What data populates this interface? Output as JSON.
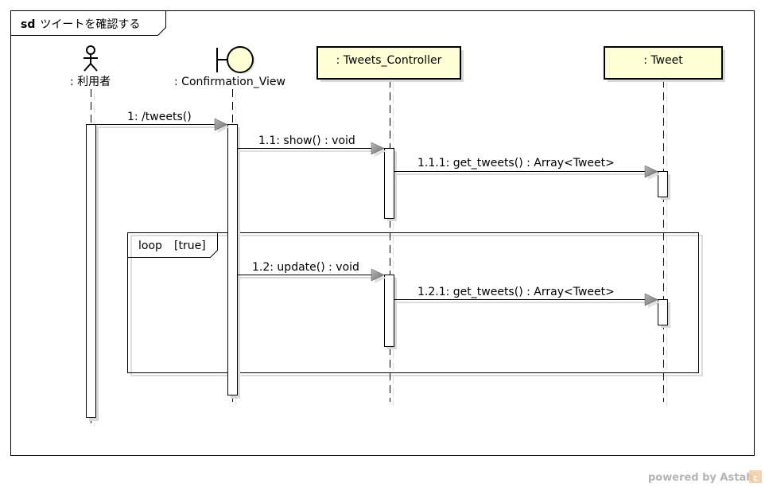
{
  "diagram": {
    "keyword": "sd",
    "name": "ツイートを確認する"
  },
  "lifelines": {
    "user": ": 利用者",
    "view": ": Confirmation_View",
    "controller": ": Tweets_Controller",
    "tweet": ": Tweet"
  },
  "messages": {
    "m1": "1: /tweets()",
    "m1_1": "1.1: show() : void",
    "m1_1_1": "1.1.1: get_tweets() : Array<Tweet>",
    "m1_2": "1.2: update() : void",
    "m1_2_1": "1.2.1: get_tweets() : Array<Tweet>"
  },
  "fragment": {
    "operator": "loop",
    "guard": "[true]"
  },
  "watermark": {
    "text": "powered by Astah",
    "badge": "ε"
  },
  "colors": {
    "class_box_fill": "#ffffd6",
    "shadow": "#d8d8d8",
    "arrow_head": "#8a8a8a",
    "line": "#000000"
  }
}
